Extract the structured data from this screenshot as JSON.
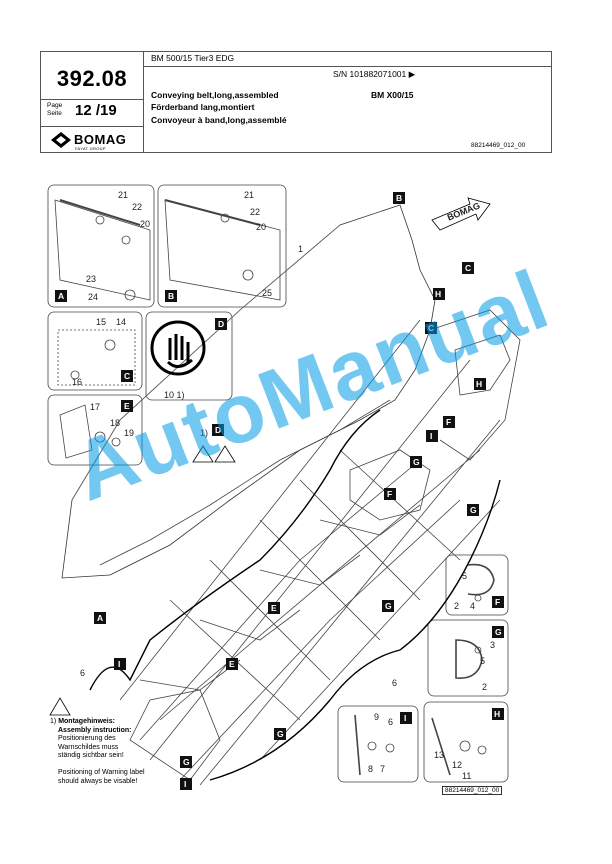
{
  "header": {
    "model": "BM 500/15 Tier3 EDG",
    "serial": "S/N 101882071001 ▶",
    "doc_number": "392.08",
    "page_label_en": "Page",
    "page_label_de": "Seite",
    "page_number": "12 /19",
    "brand": "BOMAG",
    "brand_sub": "FAYAT GROUP",
    "title_en": "Conveying belt,long,assembled",
    "title_de": "Förderband lang,montiert",
    "title_fr": "Convoyeur à band,long,assemblé",
    "machine": "BM X00/15",
    "drawing_ref": "88214469_012_00"
  },
  "detail_boxes": [
    "A",
    "B",
    "C",
    "D",
    "E",
    "F",
    "G",
    "H",
    "I"
  ],
  "callouts": [
    "1",
    "2",
    "3",
    "4",
    "5",
    "6",
    "7",
    "8",
    "9",
    "10",
    "11",
    "12",
    "13",
    "14",
    "15",
    "16",
    "17",
    "18",
    "19",
    "20",
    "21",
    "22",
    "23",
    "24",
    "25"
  ],
  "notes": {
    "ref_mark": "1)",
    "ref_10": "10 1)",
    "heading_de": "Montagehinweis:",
    "heading_en": "Assembly instruction:",
    "text_de_1": "Positionierung des",
    "text_de_2": "Warnschildes muss",
    "text_de_3": "ständig sichtbar sein!",
    "text_en_1": "Positioning of Warning label",
    "text_en_2": "should always be visable!"
  },
  "footer_ref": "88214469_012_00",
  "watermark": "AutoManual",
  "arrow_tag": "BOMAG"
}
